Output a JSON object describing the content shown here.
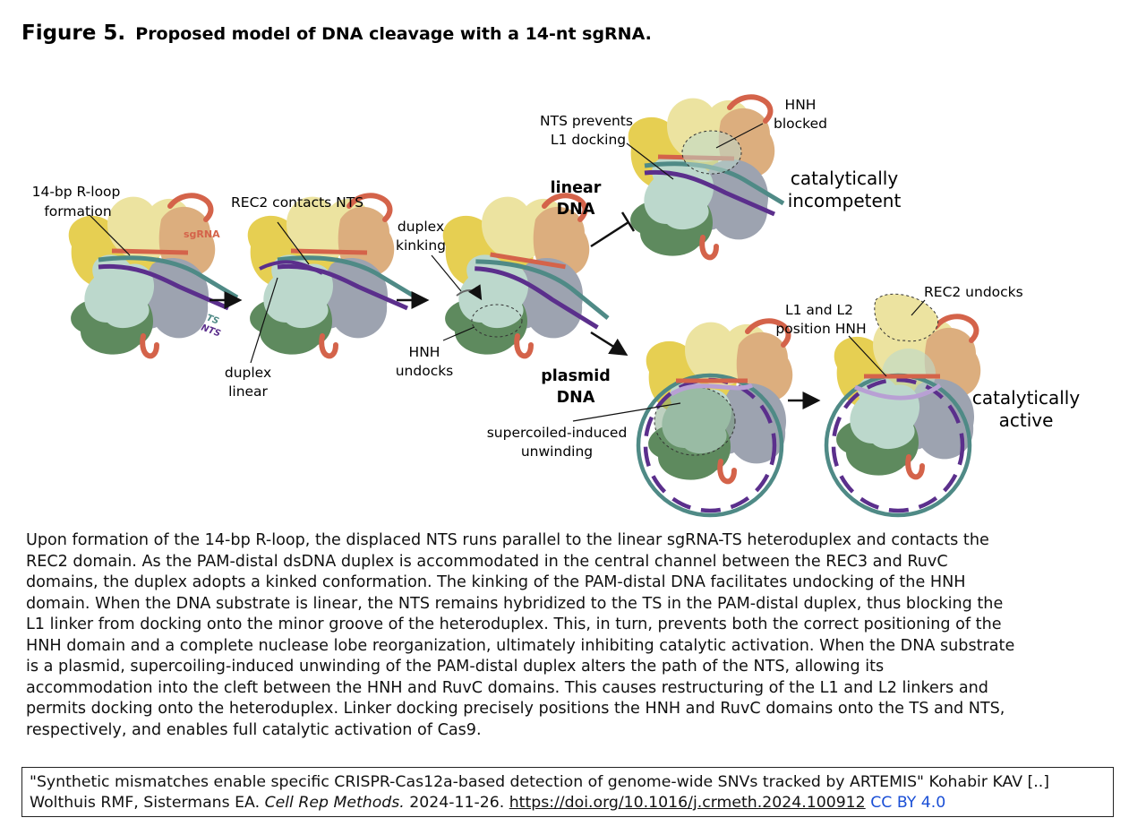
{
  "title": {
    "label": "Figure 5.",
    "text": "Proposed model of DNA cleavage with a 14-nt sgRNA."
  },
  "figure": {
    "annotations": {
      "rloop": [
        "14-bp R-loop",
        "formation"
      ],
      "sgrna": "sgRNA",
      "ts": "TS",
      "nts": "NTS",
      "rec2_contacts": "REC2 contacts NTS",
      "duplex_linear": [
        "duplex",
        "linear"
      ],
      "duplex_kinking": [
        "duplex",
        "kinking"
      ],
      "hnh_undocks": [
        "HNH",
        "undocks"
      ],
      "linear_dna": [
        "linear",
        "DNA"
      ],
      "plasmid_dna": [
        "plasmid",
        "DNA"
      ],
      "nts_prevents": [
        "NTS prevents",
        "L1 docking"
      ],
      "hnh_blocked": [
        "HNH",
        "blocked"
      ],
      "incompetent": [
        "catalytically",
        "incompetent"
      ],
      "supercoiled": [
        "supercoiled-induced",
        "unwinding"
      ],
      "l1l2": [
        "L1 and L2",
        "position HNH"
      ],
      "rec2_undocks": "REC2 undocks",
      "active": [
        "catalytically",
        "active"
      ]
    }
  },
  "caption": {
    "lines": [
      "Upon formation of the 14-bp R-loop, the displaced NTS runs parallel to the linear sgRNA-TS heteroduplex and contacts the",
      "REC2 domain. As the PAM-distal dsDNA duplex is accommodated in the central channel between the REC3 and RuvC",
      "domains, the duplex adopts a kinked conformation. The kinking of the PAM-distal DNA facilitates undocking of the HNH",
      "domain. When the DNA substrate is linear, the NTS remains hybridized to the TS in the PAM-distal duplex, thus blocking the",
      "L1 linker from docking onto the minor groove of the heteroduplex. This, in turn, prevents both the correct positioning of the",
      "HNH domain and a complete nuclease lobe reorganization, ultimately inhibiting catalytic activation. When the DNA substrate",
      "is a plasmid, supercoiling-induced unwinding of the PAM-distal duplex alters the path of the NTS, allowing its",
      "accommodation into the cleft between the HNH and RuvC domains. This causes restructuring of the L1 and L2 linkers and",
      "permits docking onto the heteroduplex. Linker docking precisely positions the HNH and RuvC domains onto the TS and NTS,",
      "respectively, and enables full catalytic activation of Cas9."
    ]
  },
  "citation": {
    "line1": "\"Synthetic mismatches enable specific CRISPR-Cas12a-based detection of genome-wide SNVs tracked by ARTEMIS\" Kohabir KAV [..]",
    "authors": "Wolthuis RMF, Sistermans EA.",
    "journal": "Cell Rep Methods.",
    "date": "2024-11-26.",
    "doi": "https://doi.org/10.1016/j.crmeth.2024.100912",
    "license": "CC BY 4.0"
  },
  "colors": {
    "ts": "#4f8a86",
    "nts": "#5b2f8c",
    "sgrna": "#d4634a",
    "rec_yellow": "#e6cf52",
    "rec_pale": "#ece3a0",
    "rec_tan": "#dcae7e",
    "hnh_pale": "#bcd8cc",
    "ruvc_green": "#5e8a5e",
    "body_grey": "#9da3b0"
  }
}
